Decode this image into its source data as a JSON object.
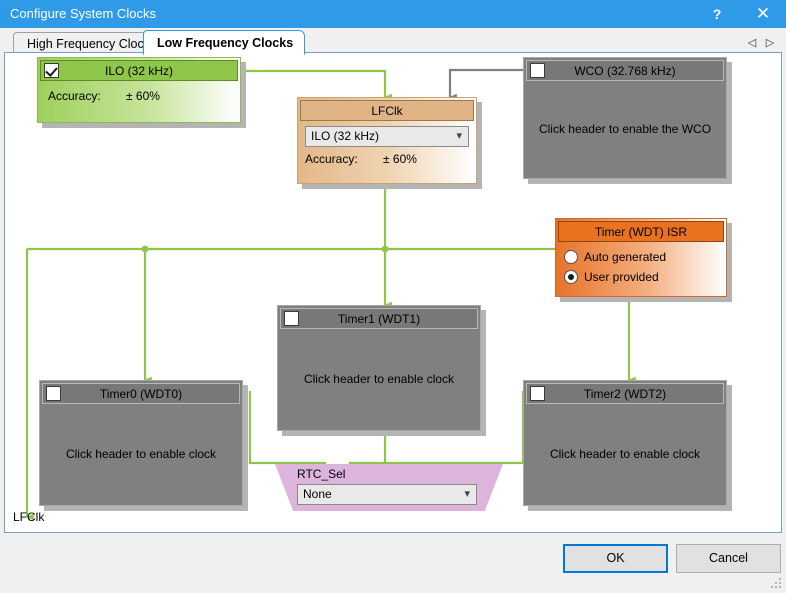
{
  "window": {
    "title": "Configure System Clocks",
    "help_label": "?",
    "close_label": "✕"
  },
  "tabs": {
    "items": [
      {
        "label": "High Frequency Clocks",
        "active": false
      },
      {
        "label": "Low Frequency Clocks",
        "active": true
      }
    ],
    "scroll_left": "◁",
    "scroll_right": "▷"
  },
  "diagram": {
    "ilo": {
      "title": "ILO (32 kHz)",
      "enabled": true,
      "accuracy_label": "Accuracy:",
      "accuracy_value": "± 60%",
      "header_color": "#8ec64a"
    },
    "wco": {
      "title": "WCO (32.768 kHz)",
      "enabled": false,
      "message": "Click header to enable the WCO",
      "header_color": "#787878"
    },
    "lfclk": {
      "title": "LFClk",
      "source_value": "ILO (32 kHz)",
      "source_options": [
        "ILO (32 kHz)",
        "WCO (32.768 kHz)"
      ],
      "accuracy_label": "Accuracy:",
      "accuracy_value": "± 60%",
      "header_color": "#e0b484"
    },
    "isr": {
      "title": "Timer (WDT) ISR",
      "options": [
        {
          "label": "Auto generated",
          "selected": false
        },
        {
          "label": "User provided",
          "selected": true
        }
      ],
      "header_color": "#e8721f"
    },
    "timer0": {
      "title": "Timer0 (WDT0)",
      "enabled": false,
      "message": "Click header to enable clock"
    },
    "timer1": {
      "title": "Timer1 (WDT1)",
      "enabled": false,
      "message": "Click header to enable clock"
    },
    "timer2": {
      "title": "Timer2 (WDT2)",
      "enabled": false,
      "message": "Click header to enable clock"
    },
    "rtc_sel": {
      "title": "RTC_Sel",
      "value": "None",
      "options": [
        "None",
        "Timer0 (WDT0)",
        "Timer1 (WDT1)",
        "Timer2 (WDT2)"
      ],
      "fill_color": "#dcb4dc"
    },
    "output_label": "LFClk",
    "wire_active_color": "#8ec64a",
    "wire_inactive_color": "#808080"
  },
  "footer": {
    "ok_label": "OK",
    "cancel_label": "Cancel"
  },
  "icons": {
    "chevron_down": "⌄"
  }
}
